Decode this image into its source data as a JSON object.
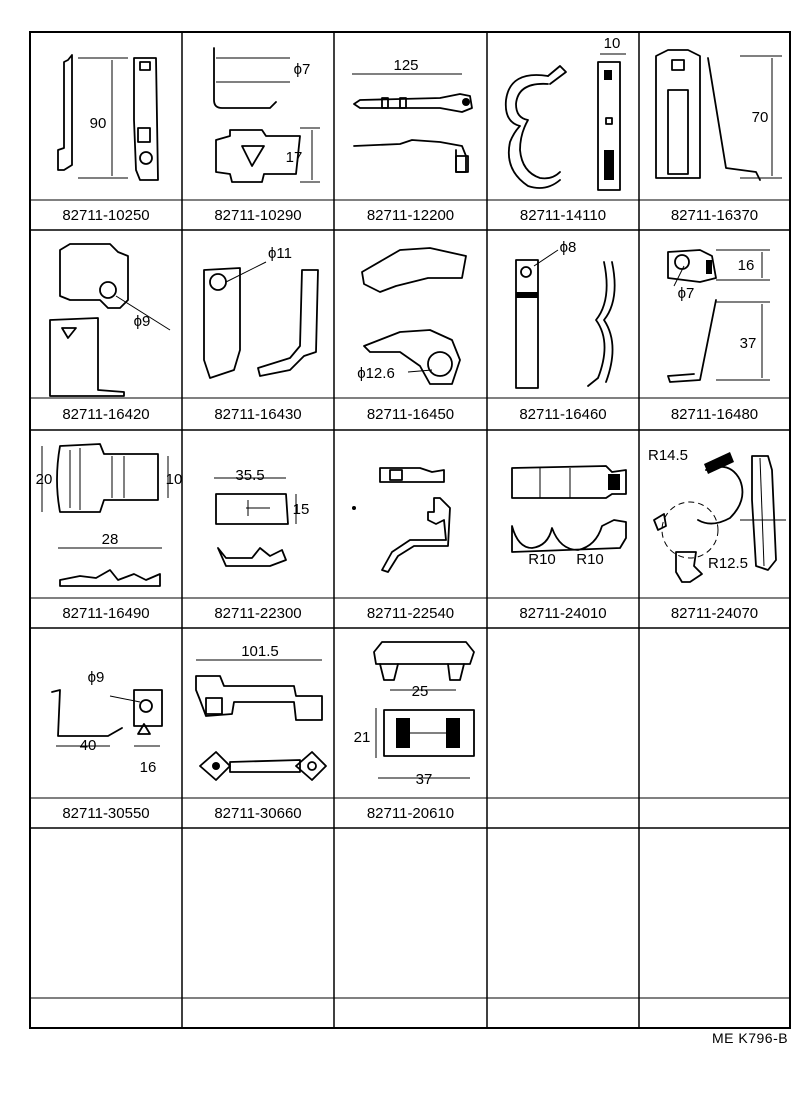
{
  "reference_code": "ME K796-B",
  "parts": [
    {
      "part_no": "82711-10250",
      "dims": [
        "90"
      ]
    },
    {
      "part_no": "82711-10290",
      "dims": [
        "ϕ7",
        "17"
      ]
    },
    {
      "part_no": "82711-12200",
      "dims": [
        "125"
      ]
    },
    {
      "part_no": "82711-14110",
      "dims": [
        "10"
      ]
    },
    {
      "part_no": "82711-16370",
      "dims": [
        "70"
      ]
    },
    {
      "part_no": "82711-16420",
      "dims": [
        "ϕ9"
      ]
    },
    {
      "part_no": "82711-16430",
      "dims": [
        "ϕ11"
      ]
    },
    {
      "part_no": "82711-16450",
      "dims": [
        "ϕ12.6"
      ]
    },
    {
      "part_no": "82711-16460",
      "dims": [
        "ϕ8"
      ]
    },
    {
      "part_no": "82711-16480",
      "dims": [
        "16",
        "ϕ7",
        "37"
      ]
    },
    {
      "part_no": "82711-16490",
      "dims": [
        "20",
        "10",
        "28"
      ]
    },
    {
      "part_no": "82711-22300",
      "dims": [
        "35.5",
        "15"
      ]
    },
    {
      "part_no": "82711-22540",
      "dims": []
    },
    {
      "part_no": "82711-24010",
      "dims": [
        "R10",
        "R10"
      ]
    },
    {
      "part_no": "82711-24070",
      "dims": [
        "R14.5",
        "R12.5"
      ]
    },
    {
      "part_no": "82711-30550",
      "dims": [
        "ϕ9",
        "40",
        "16"
      ]
    },
    {
      "part_no": "82711-30660",
      "dims": [
        "101.5"
      ]
    },
    {
      "part_no": "82711-20610",
      "dims": [
        "25",
        "21",
        "37"
      ]
    }
  ]
}
